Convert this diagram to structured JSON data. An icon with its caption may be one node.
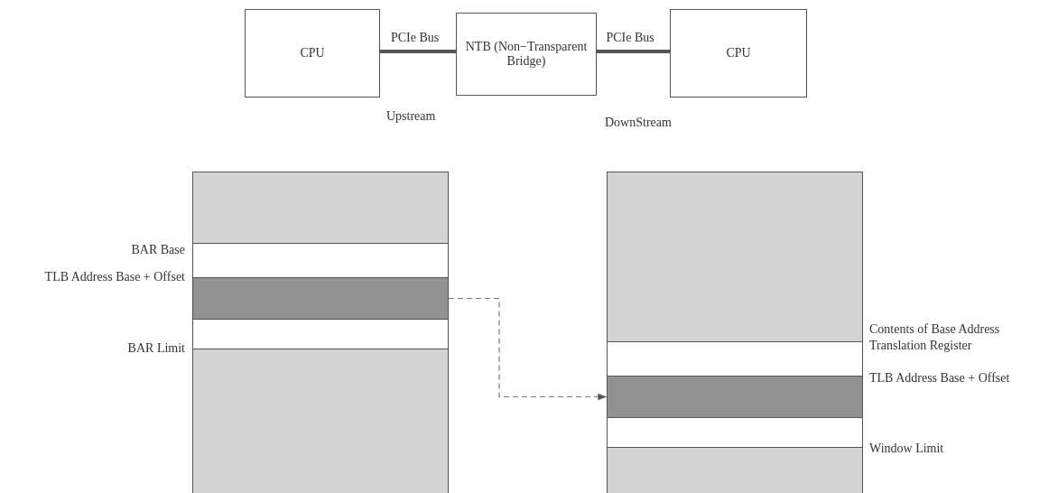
{
  "diagram": {
    "nodes": [
      {
        "text": [
          "CPU"
        ]
      },
      {
        "text": [
          "NTB (Non−Transparent Bridge)"
        ]
      },
      {
        "text": [
          "CPU"
        ]
      },
      {
        "text": [],
        "shape": "bar"
      },
      {
        "text": [],
        "shape": "bar"
      },
      {
        "text": [],
        "shape": "bar"
      },
      {
        "text": [],
        "shape": "bar"
      },
      {
        "text": [],
        "shape": "bar"
      },
      {
        "text": [],
        "shape": "bar"
      },
      {
        "text": [],
        "shape": "bar"
      },
      {
        "text": [],
        "shape": "bar"
      },
      {
        "text": [],
        "shape": "bar"
      },
      {
        "text": [],
        "shape": "bar"
      }
    ],
    "edges": [
      {
        "from": 0,
        "to": 1,
        "arrow": "none",
        "label": "PCIe Bus"
      },
      {
        "from": 1,
        "to": 2,
        "arrow": "none",
        "label": "PCIe Bus"
      },
      {
        "from": 5,
        "to": 10,
        "arrow": "to",
        "style": "dashed"
      }
    ],
    "labels": [
      "Upstream",
      "DownStream",
      "BAR Base",
      "TLB Address Base + Offset",
      "BAR Limit",
      "Contents of Base Address Translation Register",
      "TLB Address Base + Offset",
      "Window Limit"
    ]
  }
}
